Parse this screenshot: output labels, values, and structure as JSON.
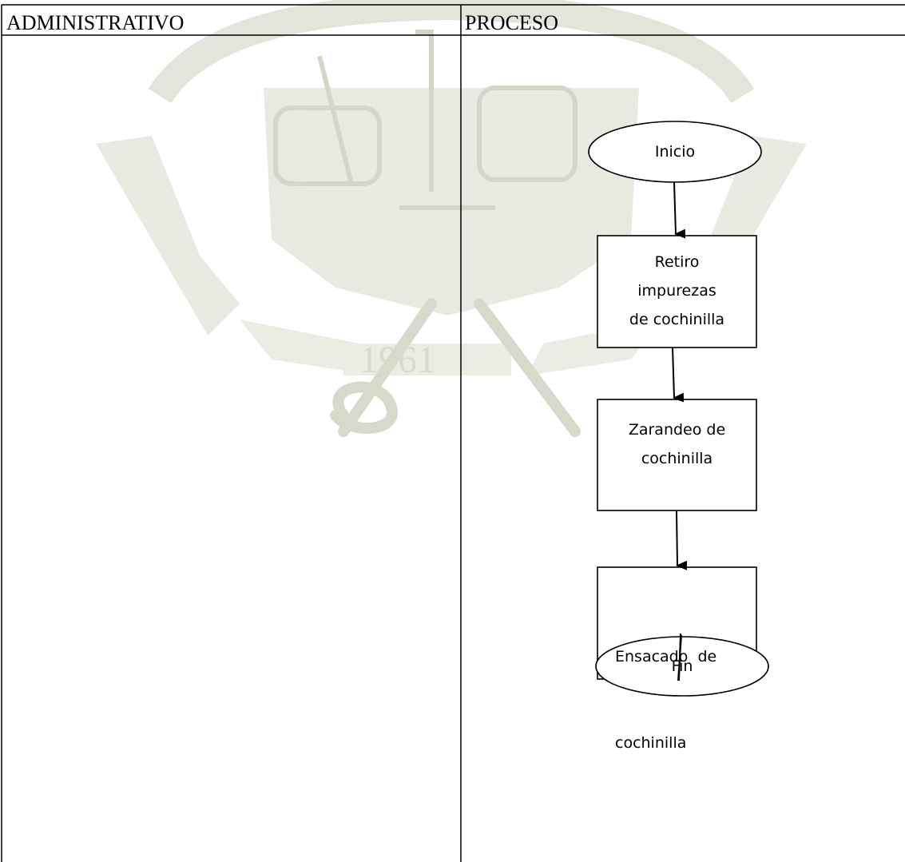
{
  "columns": {
    "left_header": "ADMINISTRATIVO",
    "right_header": "PROCESO"
  },
  "watermark": {
    "year": "1961",
    "color": "#cfd3c4"
  },
  "flow": {
    "start": "Inicio",
    "step1": [
      "Retiro",
      "impurezas",
      "de cochinilla"
    ],
    "step2": [
      "Zarandeo de",
      "cochinilla"
    ],
    "step3": [
      "Ensacado  de",
      "cochinilla"
    ],
    "end": "Fin"
  },
  "colors": {
    "line": "#000000",
    "border": "#000000",
    "background": "#ffffff"
  }
}
